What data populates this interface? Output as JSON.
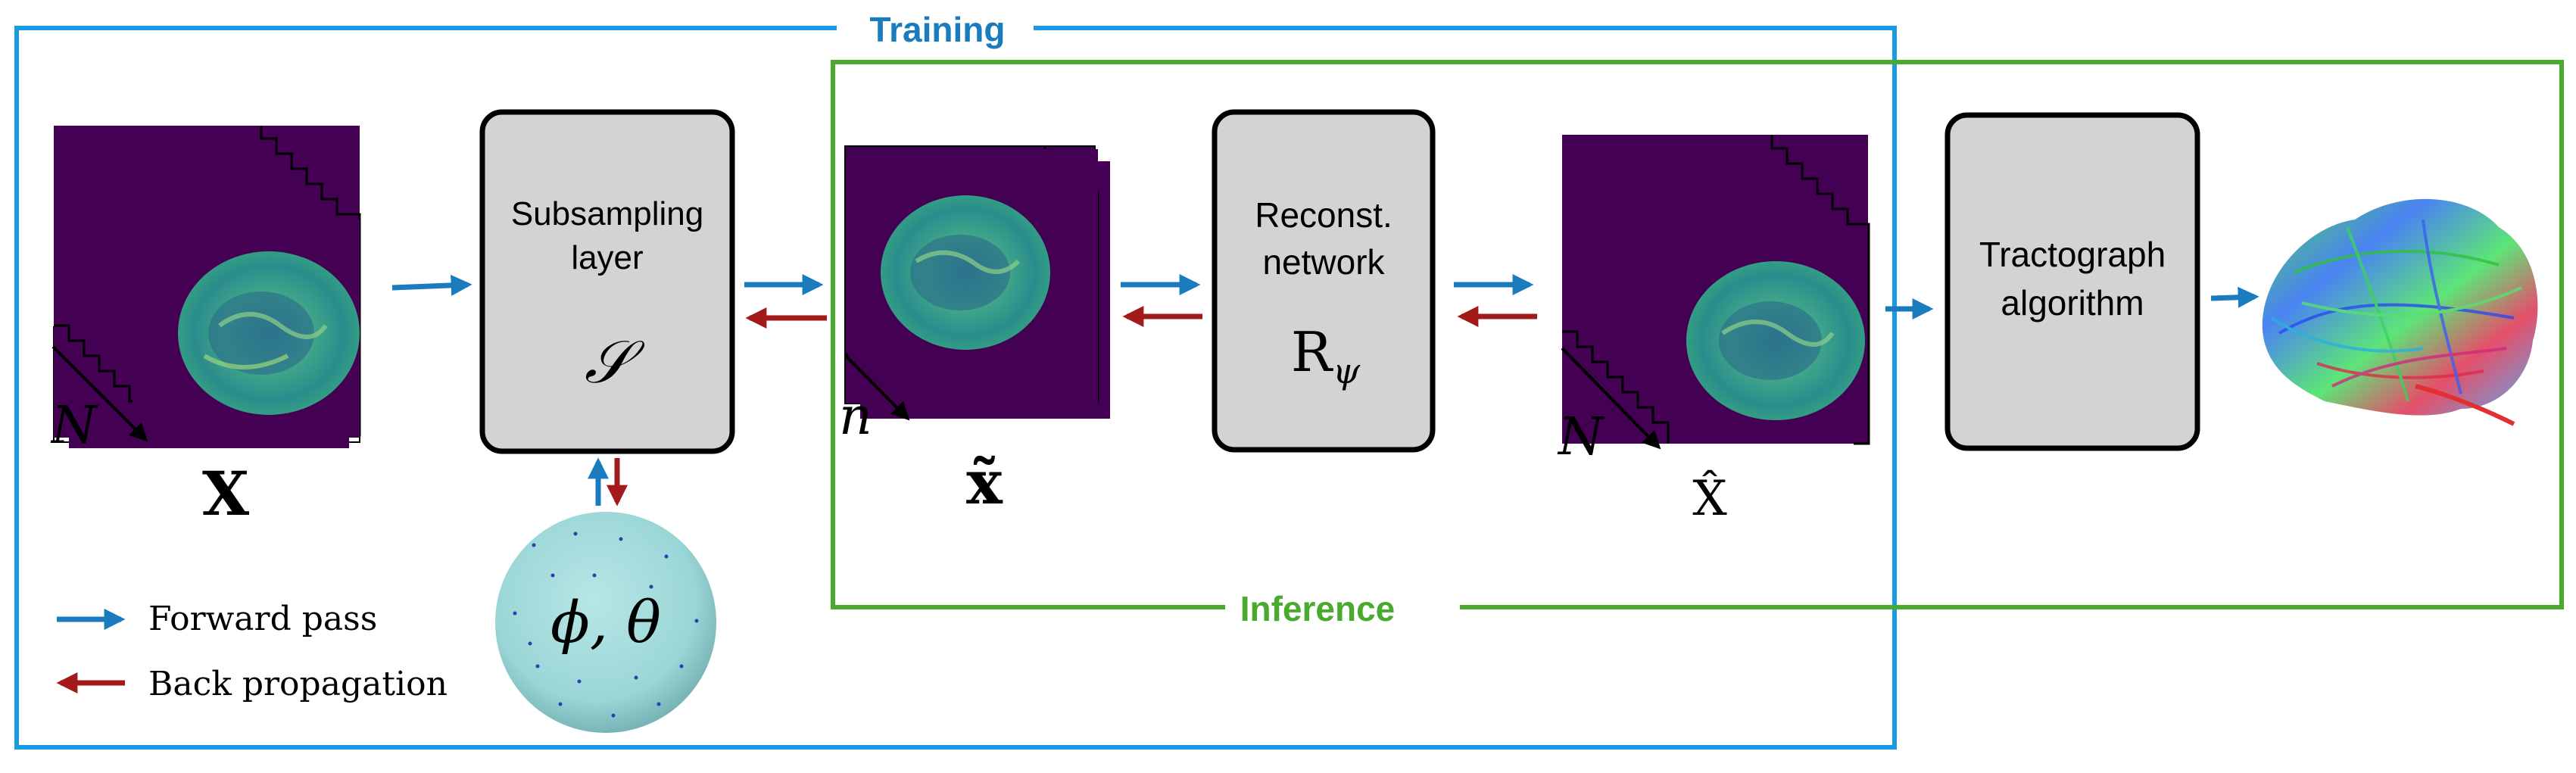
{
  "frames": {
    "training_label": "Training",
    "inference_label": "Inference"
  },
  "boxes": {
    "subsampling": {
      "line1": "Subsampling",
      "line2": "layer",
      "symbol": "𝒮"
    },
    "reconstruction": {
      "line1": "Reconst.",
      "line2": "network",
      "symbol_main": "R",
      "symbol_sub": "ψ"
    },
    "tractography": {
      "line1": "Tractograph",
      "line2": "algorithm"
    }
  },
  "variables": {
    "input_stack_label": "X",
    "input_stack_count": "N",
    "subsampled_stack_label": "x̃",
    "subsampled_stack_count": "n",
    "reconstructed_stack_label": "X̂",
    "reconstructed_stack_count": "N",
    "sphere_params": "ϕ, θ"
  },
  "legend": {
    "forward_label": "Forward pass",
    "back_label": "Back propagation"
  },
  "colors": {
    "training_frame": "#1a9ae0",
    "inference_frame": "#4aaa2e",
    "forward_arrow": "#1a7bbf",
    "back_arrow": "#a31a1a",
    "slice_bg": "#440154",
    "box_fill": "#d3d3d3"
  }
}
